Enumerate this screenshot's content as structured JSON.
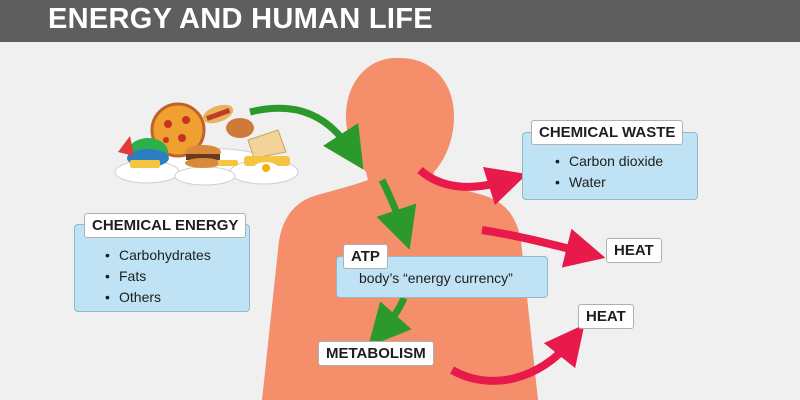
{
  "page": {
    "title": "ENERGY AND HUMAN LIFE"
  },
  "icons": {
    "food": "food-plate-icon",
    "person": "human-body-icon"
  },
  "colors": {
    "header": "#5e5e5e",
    "body": "#f58e6b",
    "energy_flow_arrow": "#2b9a2b",
    "output_arrow": "#e8194b",
    "info_box": "#bfe3f5"
  },
  "chemical_energy": {
    "label": "CHEMICAL ENERGY",
    "items": [
      "Carbohydrates",
      "Fats",
      "Others"
    ]
  },
  "chemical_waste": {
    "label": "CHEMICAL WASTE",
    "items": [
      "Carbon dioxide",
      "Water"
    ]
  },
  "atp": {
    "label": "ATP",
    "description": "body’s “energy currency”"
  },
  "metabolism": {
    "label": "METABOLISM"
  },
  "heat_outputs": [
    {
      "label": "HEAT"
    },
    {
      "label": "HEAT"
    }
  ]
}
